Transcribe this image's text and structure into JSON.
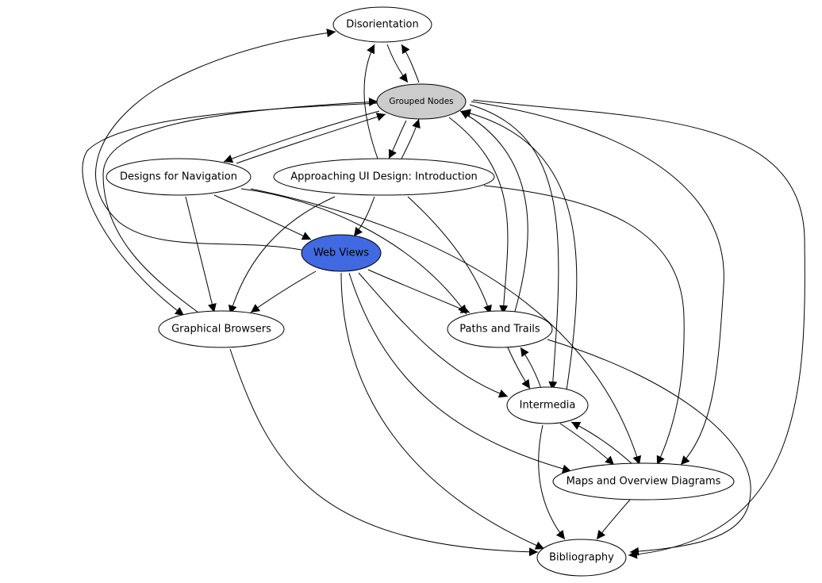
{
  "colors": {
    "default_fill": "#ffffff",
    "grouped_fill": "#cccccc",
    "selected_fill": "#4169e1",
    "stroke": "#000000"
  },
  "nodes": {
    "disorientation": {
      "label": "Disorientation"
    },
    "grouped": {
      "label": "Grouped Nodes"
    },
    "designs_nav": {
      "label": "Designs for Navigation"
    },
    "approaching_ui": {
      "label": "Approaching UI Design: Introduction"
    },
    "web_views": {
      "label": "Web Views"
    },
    "graphical_browsers": {
      "label": "Graphical Browsers"
    },
    "paths_trails": {
      "label": "Paths and Trails"
    },
    "intermedia": {
      "label": "Intermedia"
    },
    "maps_overview": {
      "label": "Maps and Overview Diagrams"
    },
    "bibliography": {
      "label": "Bibliography"
    }
  },
  "edges": [
    {
      "from": "disorientation",
      "to": "grouped"
    },
    {
      "from": "grouped",
      "to": "disorientation"
    },
    {
      "from": "approaching_ui",
      "to": "disorientation"
    },
    {
      "from": "web_views",
      "to": "disorientation"
    },
    {
      "from": "designs_nav",
      "to": "grouped"
    },
    {
      "from": "grouped",
      "to": "designs_nav"
    },
    {
      "from": "grouped",
      "to": "approaching_ui"
    },
    {
      "from": "approaching_ui",
      "to": "grouped"
    },
    {
      "from": "graphical_browsers",
      "to": "grouped"
    },
    {
      "from": "grouped",
      "to": "graphical_browsers"
    },
    {
      "from": "grouped",
      "to": "paths_trails"
    },
    {
      "from": "paths_trails",
      "to": "grouped"
    },
    {
      "from": "grouped",
      "to": "intermedia"
    },
    {
      "from": "intermedia",
      "to": "grouped"
    },
    {
      "from": "grouped",
      "to": "maps_overview"
    },
    {
      "from": "grouped",
      "to": "bibliography"
    },
    {
      "from": "designs_nav",
      "to": "web_views"
    },
    {
      "from": "designs_nav",
      "to": "graphical_browsers"
    },
    {
      "from": "designs_nav",
      "to": "paths_trails"
    },
    {
      "from": "designs_nav",
      "to": "maps_overview"
    },
    {
      "from": "approaching_ui",
      "to": "web_views"
    },
    {
      "from": "approaching_ui",
      "to": "graphical_browsers"
    },
    {
      "from": "approaching_ui",
      "to": "paths_trails"
    },
    {
      "from": "approaching_ui",
      "to": "maps_overview"
    },
    {
      "from": "web_views",
      "to": "graphical_browsers"
    },
    {
      "from": "web_views",
      "to": "paths_trails"
    },
    {
      "from": "web_views",
      "to": "intermedia"
    },
    {
      "from": "web_views",
      "to": "maps_overview"
    },
    {
      "from": "web_views",
      "to": "bibliography"
    },
    {
      "from": "graphical_browsers",
      "to": "bibliography"
    },
    {
      "from": "paths_trails",
      "to": "intermedia"
    },
    {
      "from": "intermedia",
      "to": "paths_trails"
    },
    {
      "from": "paths_trails",
      "to": "bibliography"
    },
    {
      "from": "intermedia",
      "to": "maps_overview"
    },
    {
      "from": "maps_overview",
      "to": "intermedia"
    },
    {
      "from": "intermedia",
      "to": "bibliography"
    },
    {
      "from": "maps_overview",
      "to": "bibliography"
    }
  ]
}
